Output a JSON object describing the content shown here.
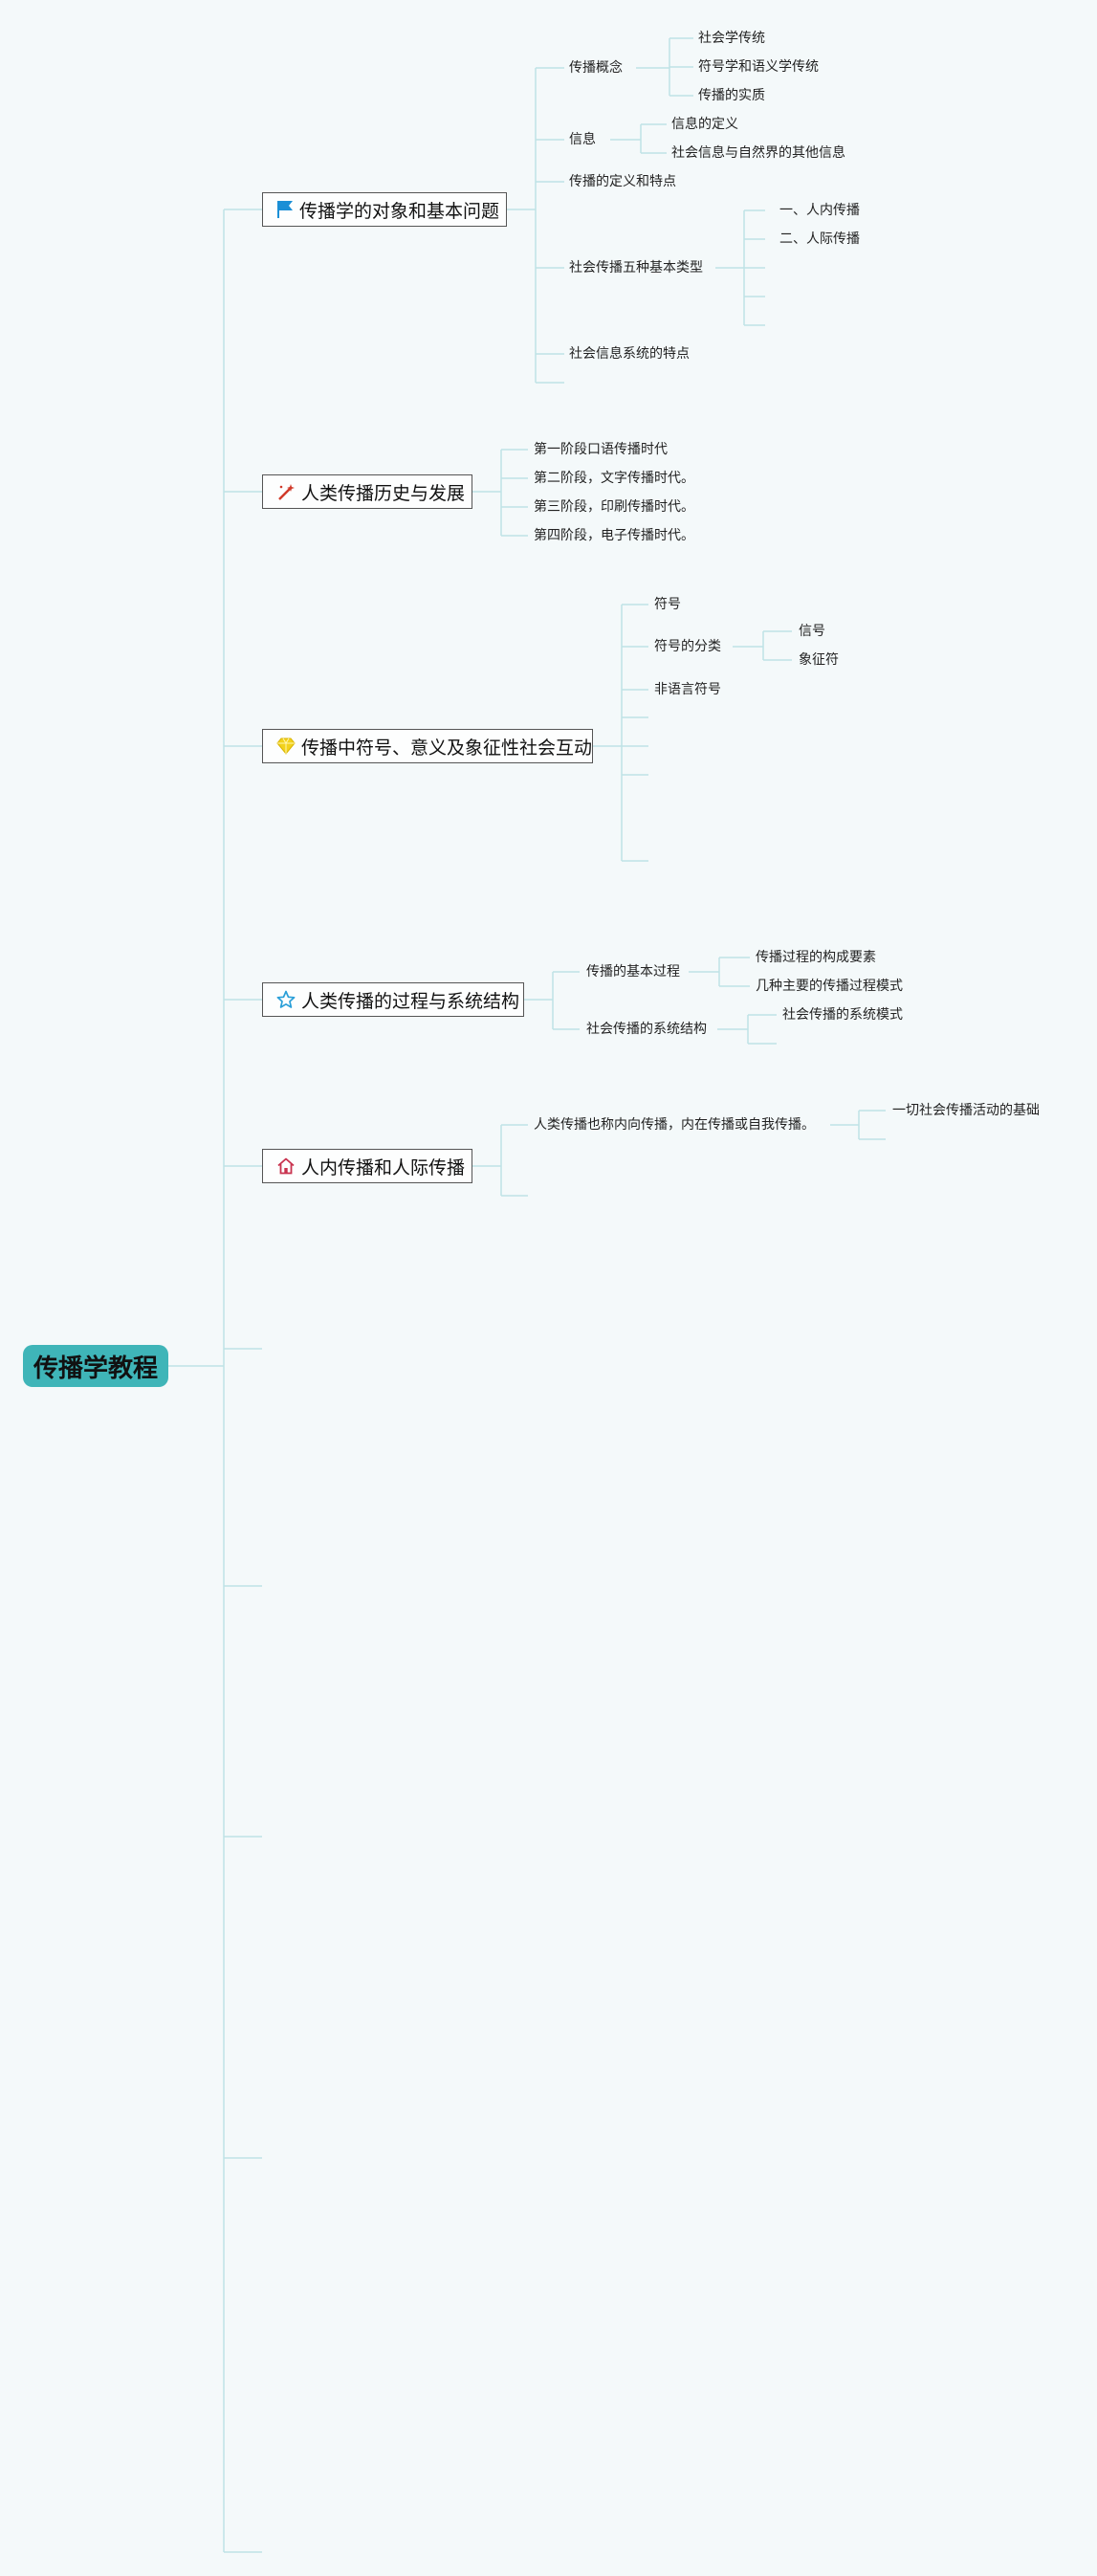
{
  "root": {
    "label": "传播学教程"
  },
  "topics": [
    {
      "label": "传播学的对象和基本问题",
      "icon": "flag-icon",
      "children": [
        {
          "label": "传播概念",
          "children": [
            {
              "label": "社会学传统"
            },
            {
              "label": "符号学和语义学传统"
            },
            {
              "label": "传播的实质"
            }
          ]
        },
        {
          "label": "信息",
          "children": [
            {
              "label": "信息的定义"
            },
            {
              "label": "社会信息与自然界的其他信息"
            }
          ]
        },
        {
          "label": "传播的定义和特点"
        },
        {
          "label": "社会传播五种基本类型",
          "children": [
            {
              "label": "一、人内传播"
            },
            {
              "label": "二、人际传播"
            },
            {
              "label": ""
            },
            {
              "label": ""
            },
            {
              "label": ""
            }
          ]
        },
        {
          "label": "社会信息系统的特点"
        },
        {
          "label": ""
        }
      ]
    },
    {
      "label": "人类传播历史与发展",
      "icon": "magic-wand-icon",
      "children": [
        {
          "label": "第一阶段口语传播时代"
        },
        {
          "label": "第二阶段，文字传播时代。"
        },
        {
          "label": "第三阶段，印刷传播时代。"
        },
        {
          "label": "第四阶段，电子传播时代。"
        }
      ]
    },
    {
      "label": "传播中符号、意义及象征性社会互动",
      "icon": "diamond-icon",
      "children": [
        {
          "label": "符号"
        },
        {
          "label": "符号的分类",
          "children": [
            {
              "label": "信号"
            },
            {
              "label": "象征符"
            }
          ]
        },
        {
          "label": "非语言符号"
        },
        {
          "label": ""
        },
        {
          "label": ""
        },
        {
          "label": ""
        },
        {
          "label": ""
        }
      ]
    },
    {
      "label": "人类传播的过程与系统结构",
      "icon": "star-icon",
      "children": [
        {
          "label": "传播的基本过程",
          "children": [
            {
              "label": "传播过程的构成要素"
            },
            {
              "label": "几种主要的传播过程模式"
            }
          ]
        },
        {
          "label": "社会传播的系统结构",
          "children": [
            {
              "label": "社会传播的系统模式"
            },
            {
              "label": ""
            }
          ]
        }
      ]
    },
    {
      "label": "人内传播和人际传播",
      "icon": "home-icon",
      "children": [
        {
          "label": "人类传播也称内向传播，内在传播或自我传播。",
          "children": [
            {
              "label": "一切社会传播活动的基础"
            },
            {
              "label": ""
            }
          ]
        },
        {
          "label": ""
        }
      ]
    }
  ],
  "empty_branches": 5,
  "colors": {
    "background": "#f4f9fa",
    "line": "#bfe3e6",
    "root": "#3fb5b8",
    "flag": "#1a8fd6",
    "wand": "#d03a2a",
    "diamond": "#f2d21c",
    "star": "#2a9fd8",
    "home": "#c8324e"
  }
}
